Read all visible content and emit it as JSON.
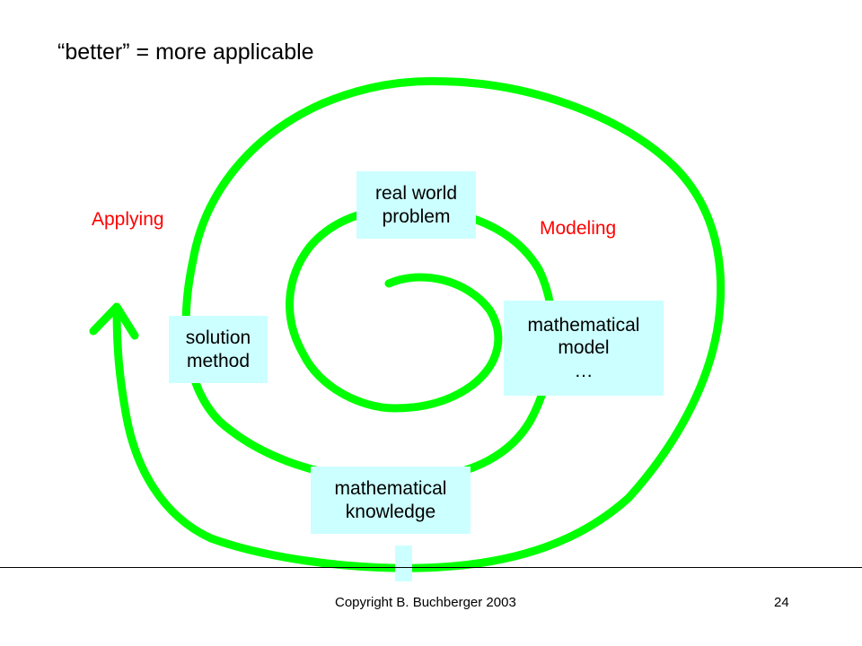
{
  "title": "“better” = more applicable",
  "labels": {
    "applying": "Applying",
    "modeling": "Modeling"
  },
  "boxes": {
    "real_world_problem": [
      "real world",
      "problem"
    ],
    "mathematical_model": [
      "mathematical",
      "model",
      "…"
    ],
    "mathematical_knowledge": [
      "mathematical",
      "knowledge"
    ],
    "solution_method": [
      "solution",
      "method"
    ]
  },
  "footer": {
    "copyright": "Copyright B. Buchberger 2003",
    "page_number": "24"
  },
  "colors": {
    "spiral": "#00ff00",
    "label_red": "#ff0000",
    "box_fill": "#ccffff"
  }
}
